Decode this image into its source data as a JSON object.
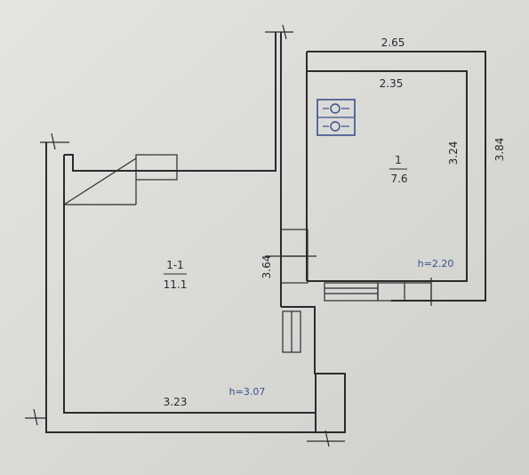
{
  "rooms": [
    {
      "id": "1-1",
      "area": "11.1"
    },
    {
      "id": "1",
      "area": "7.6"
    }
  ],
  "dimensions": {
    "top_outer": "2.65",
    "top_inner": "2.35",
    "right_inner": "3.24",
    "right_outer": "3.84",
    "left_room_height": "3.64",
    "bottom_left": "3.23"
  },
  "ceiling_heights": {
    "left_room": "h=3.07",
    "right_room": "h=2.20"
  },
  "colors": {
    "paper": "#dcdcd8",
    "line": "#2b2b2b",
    "ink_blue": "#3a4f8a"
  }
}
